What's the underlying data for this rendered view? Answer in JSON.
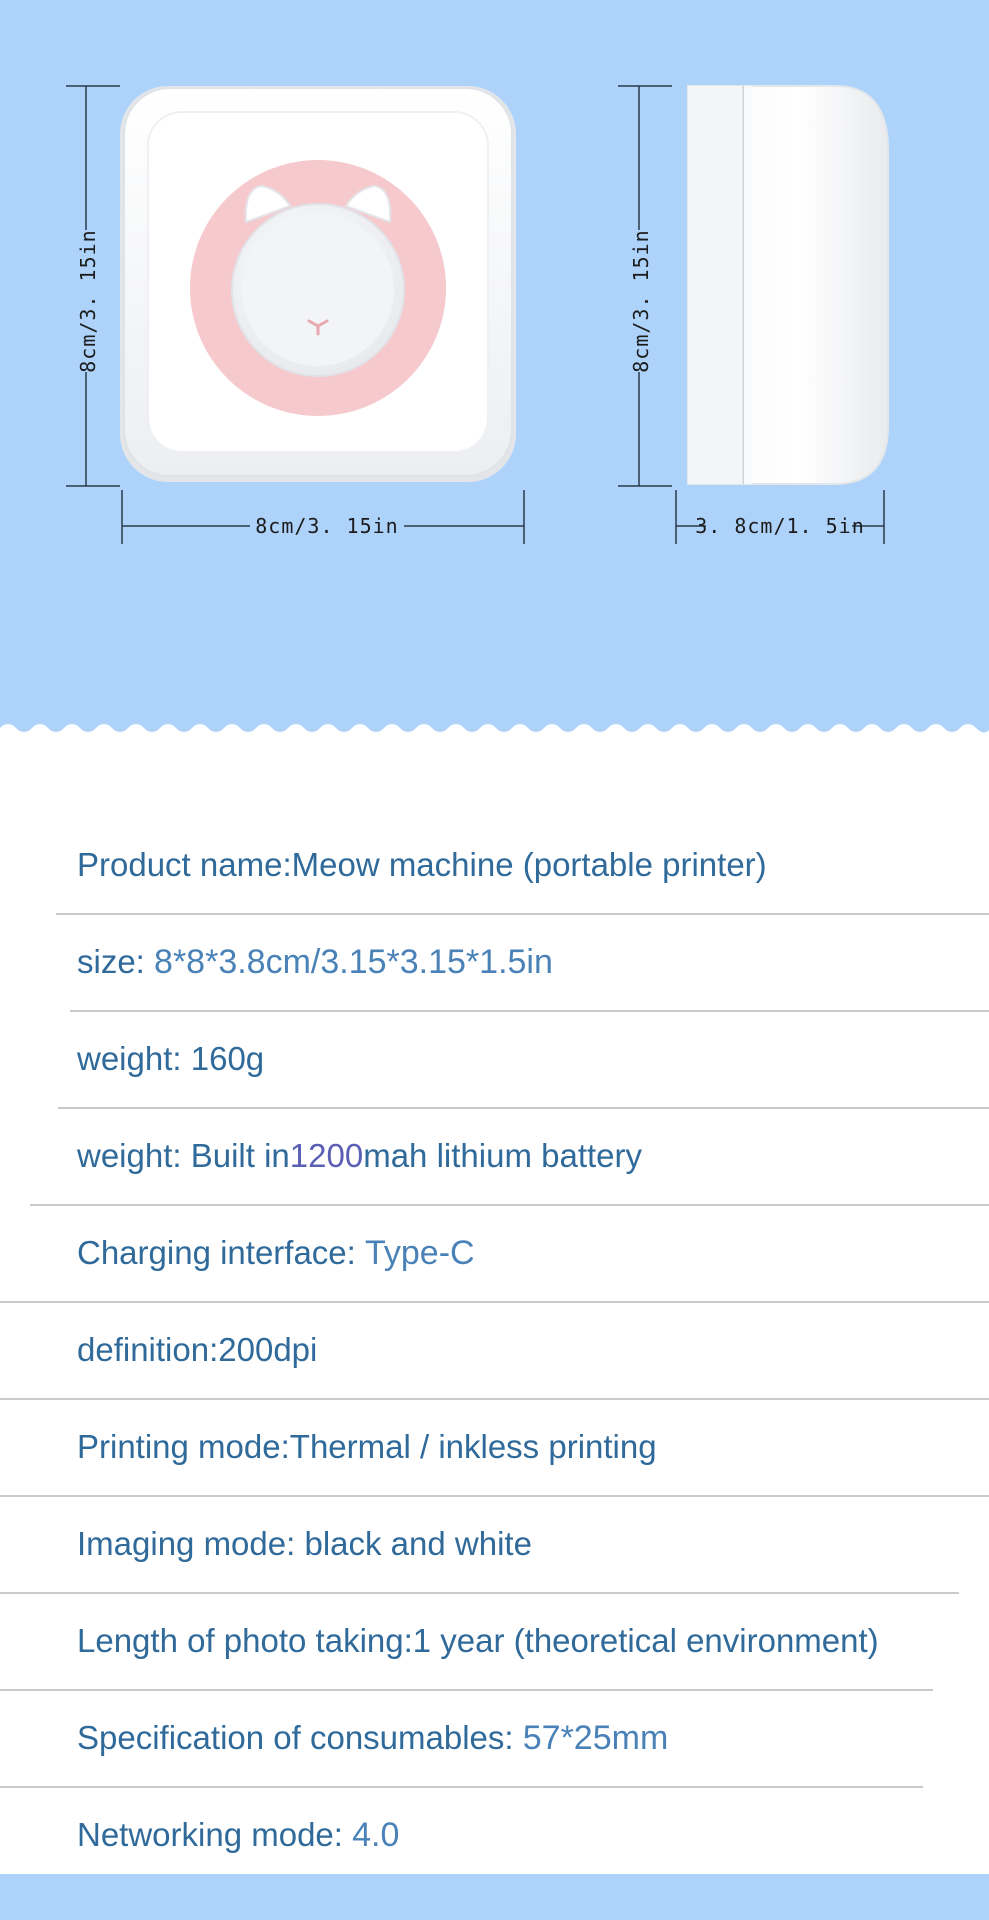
{
  "dimensions": {
    "front_height": "8cm/3. 15in",
    "front_width": "8cm/3. 15in",
    "side_height": "8cm/3. 15in",
    "side_depth": "3. 8cm/1. 5in"
  },
  "specs": [
    {
      "key": "Product name:",
      "value": "Meow machine (portable printer)"
    },
    {
      "key": "size: ",
      "value": "8*8*3.8cm/3.15*3.15*1.5in"
    },
    {
      "key": "weight: ",
      "value": "160g"
    },
    {
      "key": "weight: ",
      "value_pre": "Built in",
      "value_num": "1200",
      "value_post": "mah lithium battery"
    },
    {
      "key": "Charging interface: ",
      "value": "Type-C"
    },
    {
      "key": "definition:",
      "value": "200dpi"
    },
    {
      "key": "Printing mode:",
      "value": "Thermal / inkless printing"
    },
    {
      "key": "Imaging mode: ",
      "value": "black and white"
    },
    {
      "key": "Length of photo taking:",
      "value": "1 year (theoretical environment)"
    },
    {
      "key": "Specification of consumables: ",
      "value": "57*25mm"
    },
    {
      "key": "Networking mode: ",
      "value": "4.0"
    }
  ],
  "colors": {
    "panel_bg": "#aed3fb",
    "text_blue": "#2f6a9a",
    "accent_pink": "#f6c9cd"
  }
}
